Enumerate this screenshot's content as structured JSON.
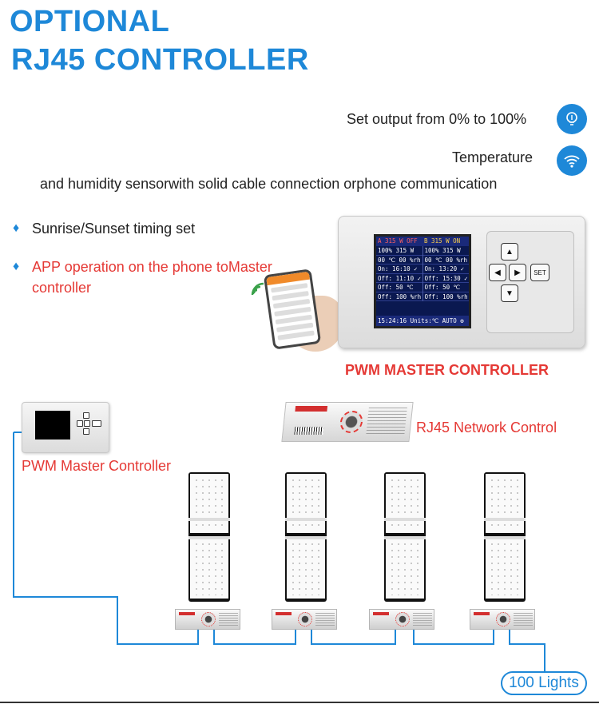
{
  "heading": {
    "line1": "OPTIONAL",
    "line2": "RJ45 CONTROLLER"
  },
  "features": [
    {
      "text": "Set output from 0% to 100%",
      "icon": "bulb-icon"
    },
    {
      "text": "Temperature",
      "icon": "wifi-signal-icon"
    },
    {
      "text": "and humidity sensorwith solid cable connection orphone communication"
    }
  ],
  "bullets": [
    {
      "text": "Sunrise/Sunset timing set"
    },
    {
      "text_line1": "APP operation on the phone toMaster",
      "text_line2": "controller"
    }
  ],
  "controller_screen": {
    "left_header": "A 315 W  OFF",
    "right_header": "B 315 W  ON",
    "left_rows": [
      "100%  315 W",
      "00 ℃  00 %rh",
      "On: 16:10 ✓",
      "Off: 11:10 ✓",
      "Off:  50 ℃",
      "Off:  100 %rh"
    ],
    "right_rows": [
      "100%  315 W",
      "00 ℃  00 %rh",
      "On: 13:20 ✓",
      "Off: 15:30 ✓",
      "Off:  50 ℃",
      "Off:  100 %rh"
    ],
    "footer": "15:24:16     Units:℃     AUTO  ⚙"
  },
  "keypad": {
    "set_label": "SET"
  },
  "labels": {
    "pwm_master_upper": "PWM MASTER CONTROLLER",
    "rj45_network": "RJ45 Network Control",
    "pwm_master_small": "PWM Master Controller",
    "lights_count": "100 Lights"
  },
  "colors": {
    "accent_blue": "#1e88d8",
    "accent_red": "#e53935"
  }
}
